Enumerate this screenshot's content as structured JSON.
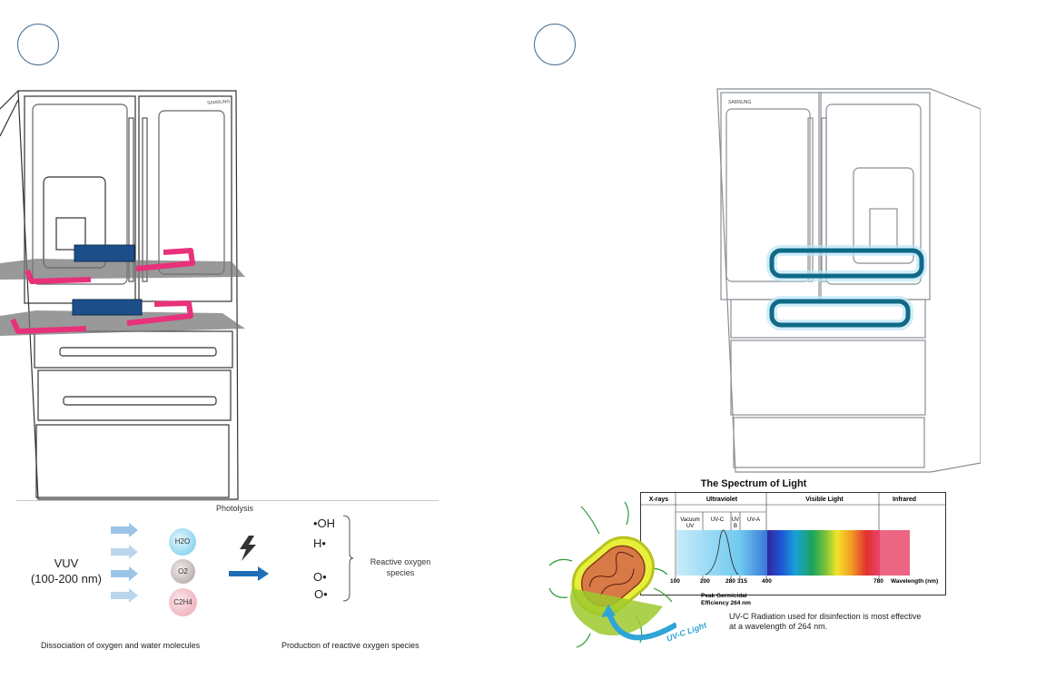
{
  "left_panel": {
    "fridge_brand": "SAMSUNG"
  },
  "right_panel": {
    "fridge_brand": "SAMSUNG"
  },
  "photolysis": {
    "title": "Photolysis",
    "vuv_label": "VUV",
    "vuv_range": "(100-200 nm)",
    "molecules": [
      "H2O",
      "O2",
      "C2H4"
    ],
    "species": [
      "•OH",
      "H•",
      "O•",
      "O•"
    ],
    "reactive_label_line1": "Reactive oxygen",
    "reactive_label_line2": "species",
    "caption_left": "Dissociation of oxygen and water molecules",
    "caption_right": "Production of reactive oxygen species",
    "colors": {
      "arrow": "#1e6fb8",
      "arrow_light": "#7fb6e3"
    }
  },
  "spectrum": {
    "title": "The Spectrum of Light",
    "bands": [
      "X-rays",
      "Ultraviolet",
      "Visible Light",
      "Infrared"
    ],
    "uv_subbands": [
      "Vacuum UV",
      "UV-C",
      "UV B",
      "UV-A"
    ],
    "ticks": [
      "100",
      "200",
      "280",
      "315",
      "400",
      "780"
    ],
    "wavelength_label": "Wavelength (nm)",
    "peak_label_line1": "Peak Germicidal",
    "peak_label_line2": "Efficiency 264 nm",
    "caption_line1": "UV-C Radiation used for disinfection is most effective",
    "caption_line2": "at a wavelength of 264 nm.",
    "arc_label": "UV-C Light"
  }
}
